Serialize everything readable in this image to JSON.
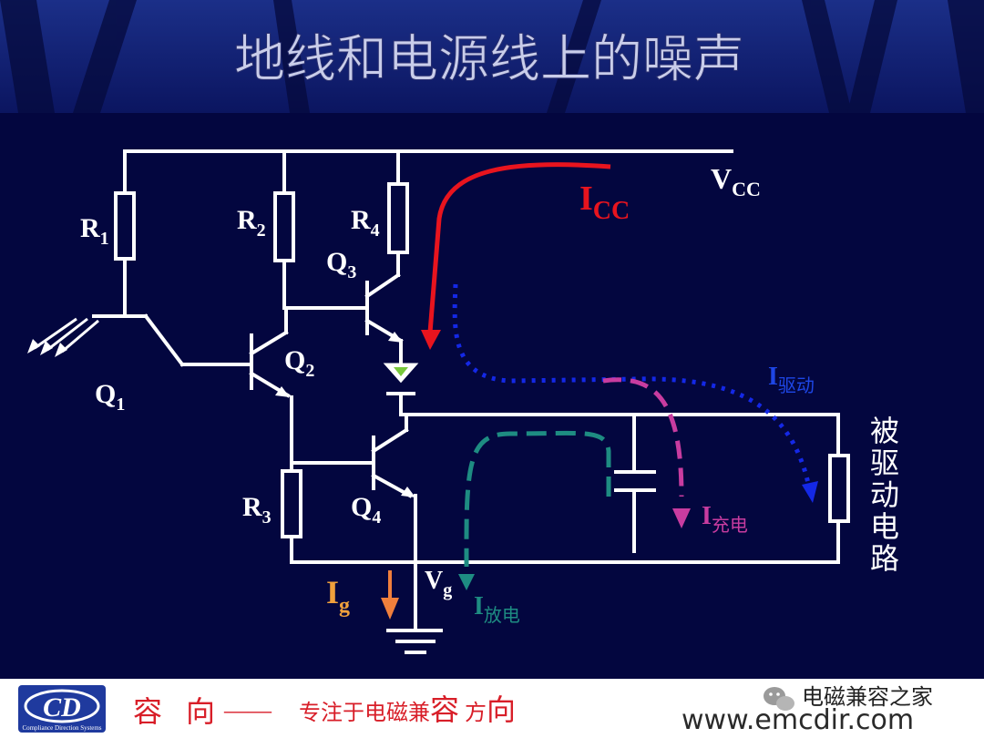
{
  "title": "地线和电源线上的噪声",
  "labels": {
    "vcc_main": "V",
    "vcc_sub": "CC",
    "icc_main": "I",
    "icc_sub": "CC",
    "r1_main": "R",
    "r1_sub": "1",
    "r2_main": "R",
    "r2_sub": "2",
    "r3_main": "R",
    "r3_sub": "3",
    "r4_main": "R",
    "r4_sub": "4",
    "q1_main": "Q",
    "q1_sub": "1",
    "q2_main": "Q",
    "q2_sub": "2",
    "q3_main": "Q",
    "q3_sub": "3",
    "q4_main": "Q",
    "q4_sub": "4",
    "idrive_main": "I",
    "idrive_sub": "驱动",
    "icharge_main": "I",
    "icharge_sub": "充电",
    "idischarge_main": "I",
    "idischarge_sub": "放电",
    "ig_main": "I",
    "ig_sub": "g",
    "vg_main": "V",
    "vg_sub": "g",
    "load": [
      "被",
      "驱",
      "动",
      "电",
      "路"
    ]
  },
  "footer": {
    "logo_text": "CD",
    "logo_caption": "Compliance Direction Systems",
    "brand_1": "容",
    "brand_2": "向",
    "dash": "——",
    "slogan_1": "专注于电磁兼",
    "slogan_2": "容",
    "slogan_3": "方",
    "slogan_4": "向",
    "wechat": "电磁兼容之家",
    "url": "www.emcdir.com"
  },
  "colors": {
    "background": "#03063f",
    "wire": "#ffffff",
    "icc": "#e8141e",
    "idrive": "#1428e6",
    "icharge": "#c83ca0",
    "idischarge": "#1e8c82",
    "ig": "#f07f3c",
    "led": "#78c83c",
    "brand_red": "#d81e28"
  }
}
